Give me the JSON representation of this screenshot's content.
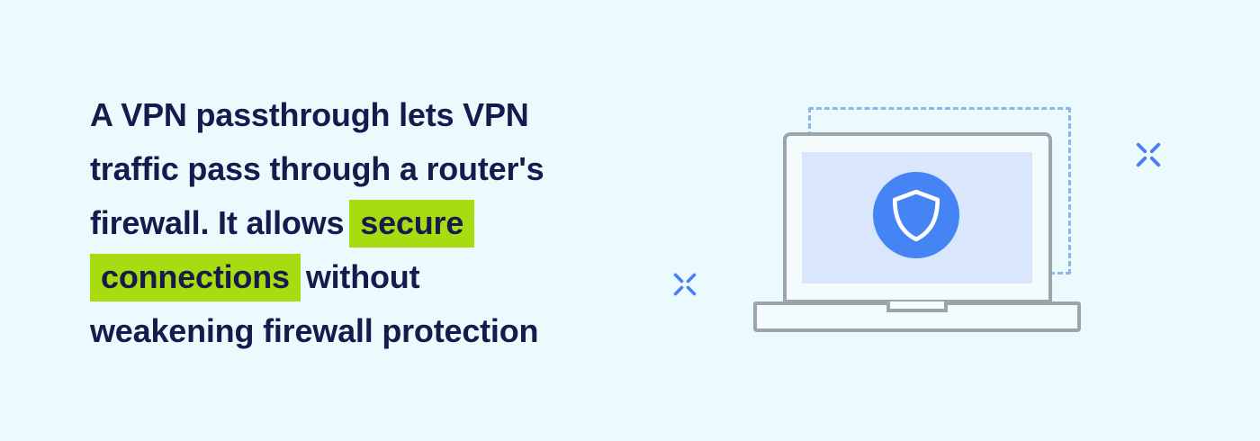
{
  "paragraph": {
    "lines": [
      {
        "segments": [
          {
            "text": "A VPN passthrough lets VPN",
            "highlight": false
          }
        ]
      },
      {
        "segments": [
          {
            "text": "traffic pass through a router's",
            "highlight": false
          }
        ]
      },
      {
        "segments": [
          {
            "text": "firewall. It allows",
            "highlight": false
          },
          {
            "text": "secure",
            "highlight": true
          }
        ]
      },
      {
        "segments": [
          {
            "text": "connections",
            "highlight": true
          },
          {
            "text": "without",
            "highlight": false
          }
        ]
      },
      {
        "segments": [
          {
            "text": "weakening firewall protection",
            "highlight": false
          }
        ]
      }
    ]
  },
  "illustration": {
    "description_icons": [
      "laptop-icon",
      "shield-icon",
      "sparkle-icon"
    ],
    "shield_icon": "shield-outline",
    "sparkle_count": 2
  },
  "colors": {
    "bg": "#EBFAFC",
    "text_navy": "#141B4D",
    "highlight_green": "#A8DB10",
    "laptop_gray": "#9CA4AE",
    "bezel_fill": "#F3FBFD",
    "display_blue": "#D9E6FB",
    "circle_blue": "#4584F4",
    "dash_blue": "#8FB5EC",
    "sparkle_blue": "#4A7EF2"
  }
}
